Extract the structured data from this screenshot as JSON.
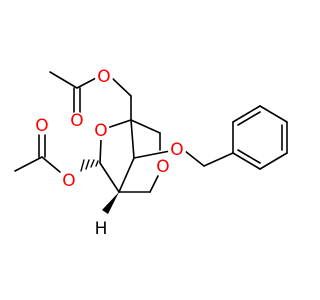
{
  "molecule": {
    "atom_labels": {
      "o_acetyl_top_carbonyl": "O",
      "o_acetyl_top_ester": "O",
      "o_ring_1": "O",
      "o_acetyl_left_carbonyl": "O",
      "o_acetyl_left_ester": "O",
      "o_benzyl": "O",
      "o_ring_2": "O",
      "h_bridgehead": "H"
    },
    "colors": {
      "oxygen": "#ff0000",
      "bond": "#000000",
      "hydrogen": "#000000"
    }
  }
}
